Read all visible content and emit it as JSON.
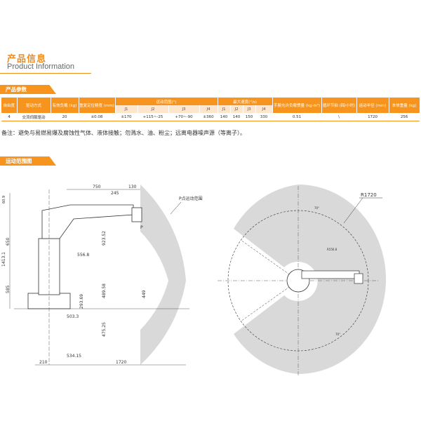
{
  "header": {
    "title_cn": "产品信息",
    "title_en": "Product Information"
  },
  "section_params": "产品参数",
  "section_range": "运动范围图",
  "table": {
    "h1": {
      "axes": "自由度",
      "drive": "驱动方式",
      "payload": "有效负载\n(kg)",
      "repeat": "重复定位精度\n(mm)",
      "range": "运动范围(°)",
      "speed": "最大速度(°/s)",
      "inertia": "手腕允许负载惯量\n(kg·m²)",
      "cycle": "循环节拍\n(回/小时)",
      "reach": "运动半径\n(mm)",
      "weight": "本体重量\n(kg)"
    },
    "h2": [
      "J1",
      "J2",
      "J3",
      "J4",
      "J1",
      "J2",
      "J3",
      "J4"
    ],
    "row": {
      "axes": "4",
      "drive": "交流伺服驱动",
      "payload": "20",
      "repeat": "±0.08",
      "range": [
        "±170",
        "+115~-25",
        "+70~-90",
        "±360"
      ],
      "speed": [
        "140",
        "140",
        "150",
        "330"
      ],
      "inertia": "0.51",
      "cycle": "\\",
      "reach": "1720",
      "weight": "256"
    }
  },
  "note": "备注：避免与易燃易爆及腐蚀性气体、液体接触；勿溅水、油、粉尘；远离电器噪声源（等离子）。",
  "diagram": {
    "top_dims": [
      "750",
      "245",
      "130"
    ],
    "p_label": "P点运动范围",
    "p_point": "P",
    "right_dims": [
      "923.52",
      "489.58",
      "449",
      "293.69",
      "475.25"
    ],
    "left_dims": [
      "60.9",
      "650",
      "1413.1",
      "585"
    ],
    "mid_dims": [
      "556.8",
      "503.3",
      "534.15"
    ],
    "bottom_dims": [
      "210",
      "1720"
    ],
    "r_label": "R1720",
    "r_small": "R556.8",
    "angle_top": "70°",
    "angle_bottom": "70°"
  },
  "colors": {
    "accent": "#f7941d",
    "header_bg": "#fde6cc",
    "range_gray": "#d9d9d9"
  }
}
